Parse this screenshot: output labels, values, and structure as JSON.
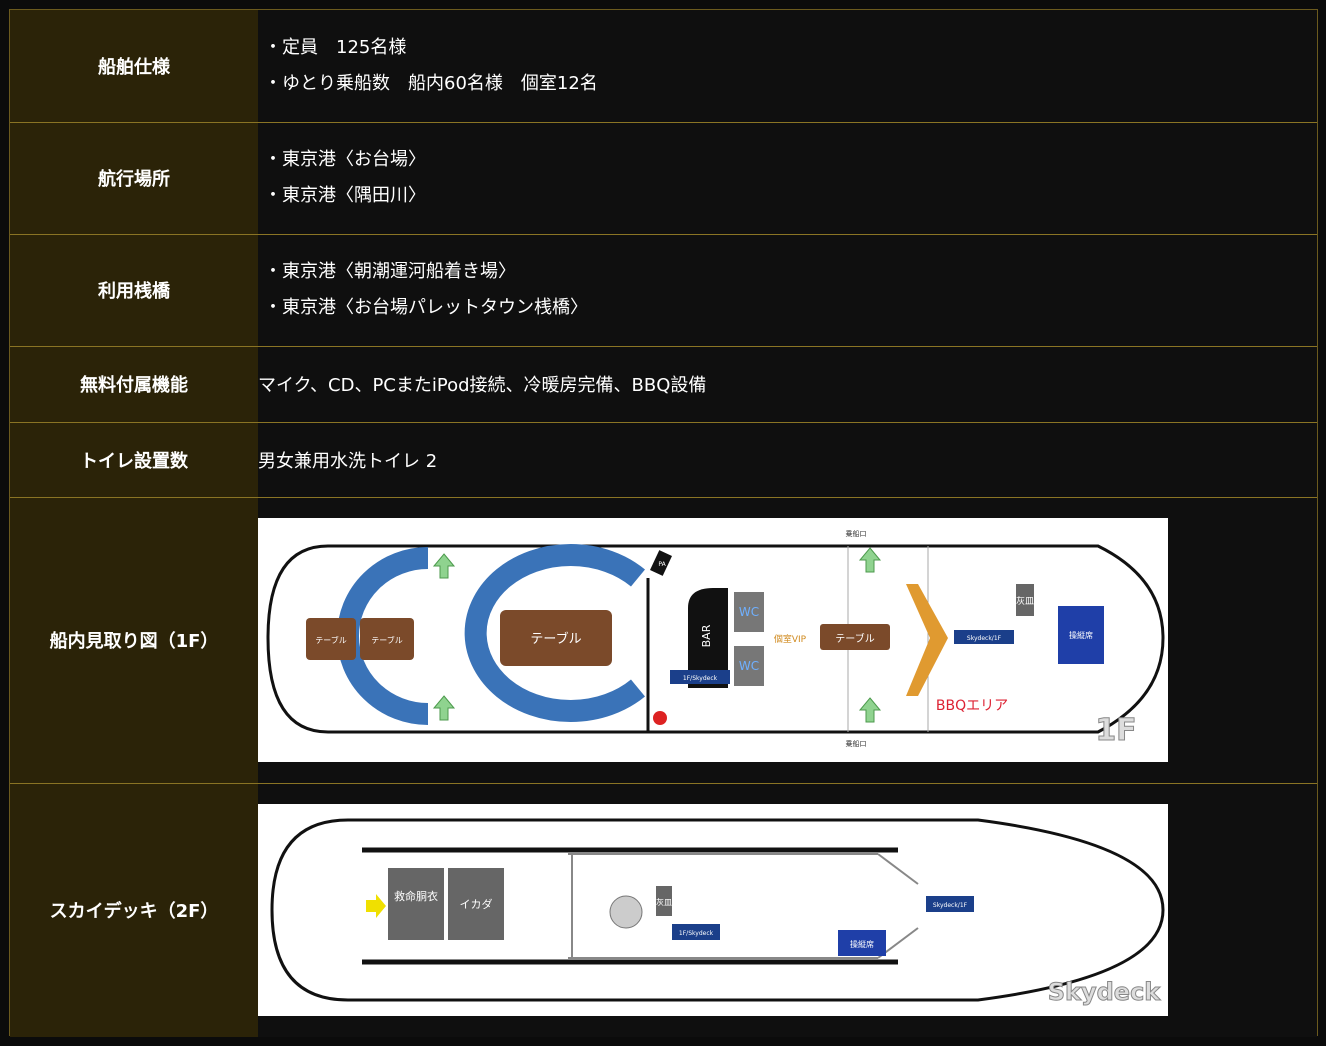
{
  "rows": [
    {
      "label": "船舶仕様",
      "items": [
        "定員　125名様",
        "ゆとり乗船数　船内60名様　個室12名"
      ]
    },
    {
      "label": "航行場所",
      "items": [
        "東京港〈お台場〉",
        "東京港〈隅田川〉"
      ]
    },
    {
      "label": "利用桟橋",
      "items": [
        "東京港〈朝潮運河船着き場〉",
        "東京港〈お台場パレットタウン桟橋〉"
      ]
    },
    {
      "label": "無料付属機能",
      "text": "マイク、CD、PCまたiPod接続、冷暖房完備、BBQ設備"
    },
    {
      "label": "トイレ設置数",
      "text": "男女兼用水洗トイレ 2"
    },
    {
      "label": "船内見取り図（1F）"
    },
    {
      "label": "スカイデッキ（2F）"
    }
  ],
  "plan1f": {
    "table_small_1": "テーブル",
    "table_small_2": "テーブル",
    "table_large": "テーブル",
    "table_mid": "テーブル",
    "bar": "BAR",
    "wc_1": "WC",
    "wc_2": "WC",
    "vip": "個室VIP",
    "pa": "PA",
    "stairs_up": "1F/Skydeck",
    "stairs_bbq": "Skydeck/1F",
    "ashtray": "灰皿",
    "cockpit": "操縦席",
    "bbq_area": "BBQエリア",
    "boarding_top": "乗船口",
    "boarding_bottom": "乗船口",
    "floor_label": "1F"
  },
  "plan2f": {
    "lifejacket": "救命胴衣",
    "raft": "イカダ",
    "ashtray": "灰皿",
    "stairs": "1F/Skydeck",
    "stairs_front": "Skydeck/1F",
    "cockpit": "操縦席",
    "deck_label": "Skydeck"
  }
}
